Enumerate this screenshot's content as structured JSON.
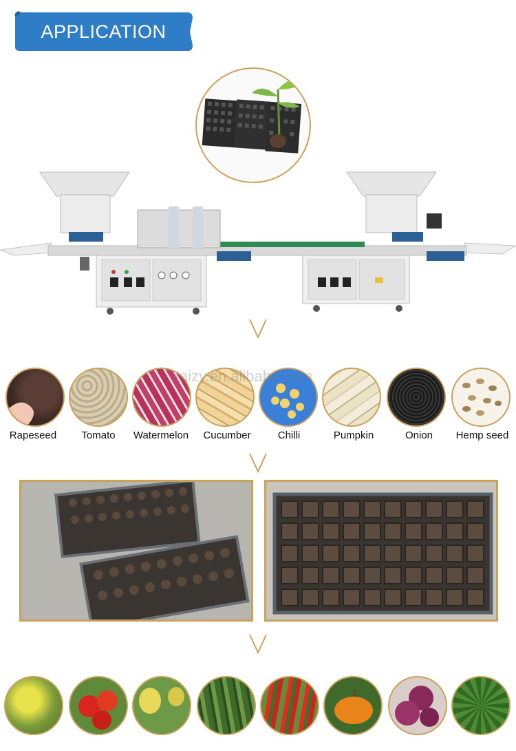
{
  "banner": {
    "title": "APPLICATION"
  },
  "watermark": "taizy.en.alibaba.com",
  "colors": {
    "banner": "#2f7dc6",
    "accent": "#c9a25d",
    "machine": "#e8e8e8",
    "belt": "#2f8a55"
  },
  "seeds": [
    {
      "label": "Rapeseed"
    },
    {
      "label": "Tomato"
    },
    {
      "label": "Watermelon"
    },
    {
      "label": "Cucumber"
    },
    {
      "label": "Chilli"
    },
    {
      "label": "Pumpkin"
    },
    {
      "label": "Onion"
    },
    {
      "label": "Hemp seed"
    }
  ],
  "icons": [
    "down-arrow-icon"
  ]
}
